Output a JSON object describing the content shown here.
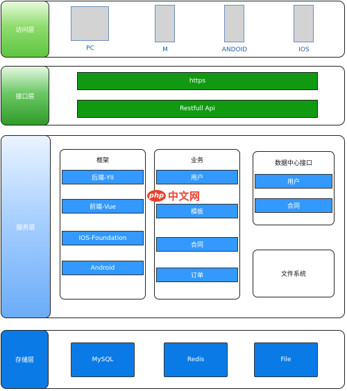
{
  "layers": {
    "access": {
      "label": "访问层",
      "devices": [
        "PC",
        "M",
        "ANDOID",
        "IOS"
      ]
    },
    "interface": {
      "label": "接口层",
      "bars": [
        "https",
        "Restfull Api"
      ]
    },
    "service": {
      "label": "服务层",
      "framework": {
        "title": "框架",
        "items": [
          "后端-YII",
          "前端-Vue",
          "IOS-Foundation",
          "Android"
        ]
      },
      "business": {
        "title": "业务",
        "items": [
          "用户",
          "模板",
          "合同",
          "订单"
        ]
      },
      "data_center": {
        "title": "数据中心接口",
        "items": [
          "用户",
          "合同"
        ]
      },
      "file_system": {
        "title": "文件系统"
      }
    },
    "storage": {
      "label": "存储层",
      "items": [
        "MySQL",
        "Redis",
        "File"
      ]
    }
  },
  "watermark": {
    "logo": "php",
    "text": "中文网"
  },
  "colors": {
    "access_side": "#8fdc6e",
    "interface_side": "#5fbf5a",
    "service_side": "#8fc1ff",
    "storage_side": "#0a7ae6",
    "green_bar": "#119a11",
    "blue_item": "#3399ff",
    "watermark": "#e8402e"
  }
}
